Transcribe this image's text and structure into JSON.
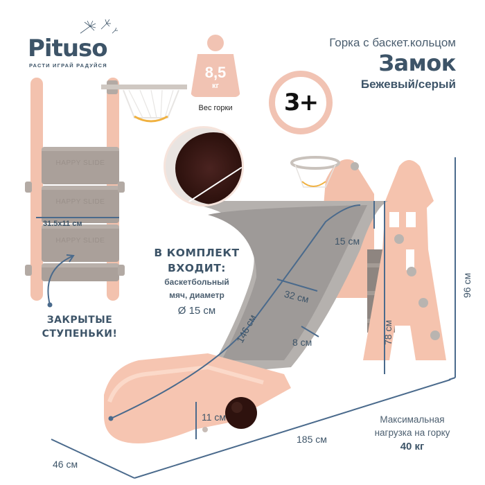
{
  "brand": {
    "name": "Pituso",
    "tagline": "РАСТИ ИГРАЙ РАДУЙСЯ"
  },
  "product": {
    "subtitle": "Горка с баскет.кольцом",
    "title": "Замок",
    "color": "Бежевый/серый"
  },
  "badges": {
    "weight_value": "8,5",
    "weight_unit": "кг",
    "weight_caption": "Вес горки",
    "age": "3+"
  },
  "steps": {
    "engraving": "HAPPY SLIDE",
    "dimension": "31.5x11 см",
    "feature": [
      "ЗАКРЫТЫЕ",
      "СТУПЕНЬКИ!"
    ]
  },
  "kit": {
    "title_line1": "В КОМПЛЕКТ",
    "title_line2": "ВХОДИТ:",
    "desc_line1": "баскетбольный",
    "desc_line2": "мяч, диаметр",
    "diameter": "Ø 15 см"
  },
  "dimensions": {
    "slide_length": "146 см",
    "slide_width": "32 см",
    "side_height": "15 см",
    "rim_width": "8 см",
    "platform_height": "78 см",
    "total_height": "96 см",
    "end_height": "11 см",
    "total_length": "185 см",
    "total_width": "46 см"
  },
  "load": {
    "label_line1": "Максимальная",
    "label_line2": "нагрузка на горку",
    "value": "40 кг"
  },
  "colors": {
    "accent_peach": "#f1c3b3",
    "text_navy": "#3d5468",
    "dimension_line": "#4a6a8c",
    "slide_gray": "#a9a6a4",
    "ball_brown": "#2e120e"
  }
}
